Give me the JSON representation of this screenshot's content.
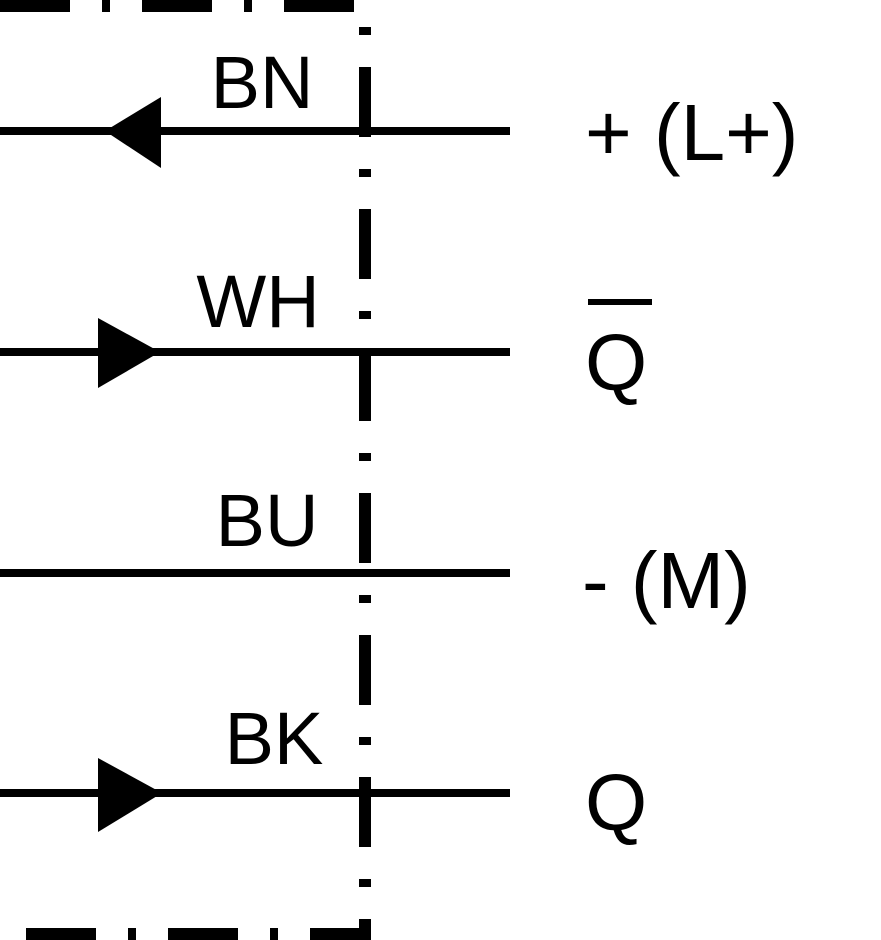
{
  "diagram": {
    "wires": [
      {
        "color_code": "BN",
        "terminal": "+ (L+)",
        "arrow": "in"
      },
      {
        "color_code": "WH",
        "terminal": "Q",
        "terminal_overline": true,
        "arrow": "out"
      },
      {
        "color_code": "BU",
        "terminal": "- (M)",
        "arrow": "none"
      },
      {
        "color_code": "BK",
        "terminal": "Q",
        "terminal_overline": false,
        "arrow": "out"
      }
    ],
    "line_color": "#000000"
  }
}
